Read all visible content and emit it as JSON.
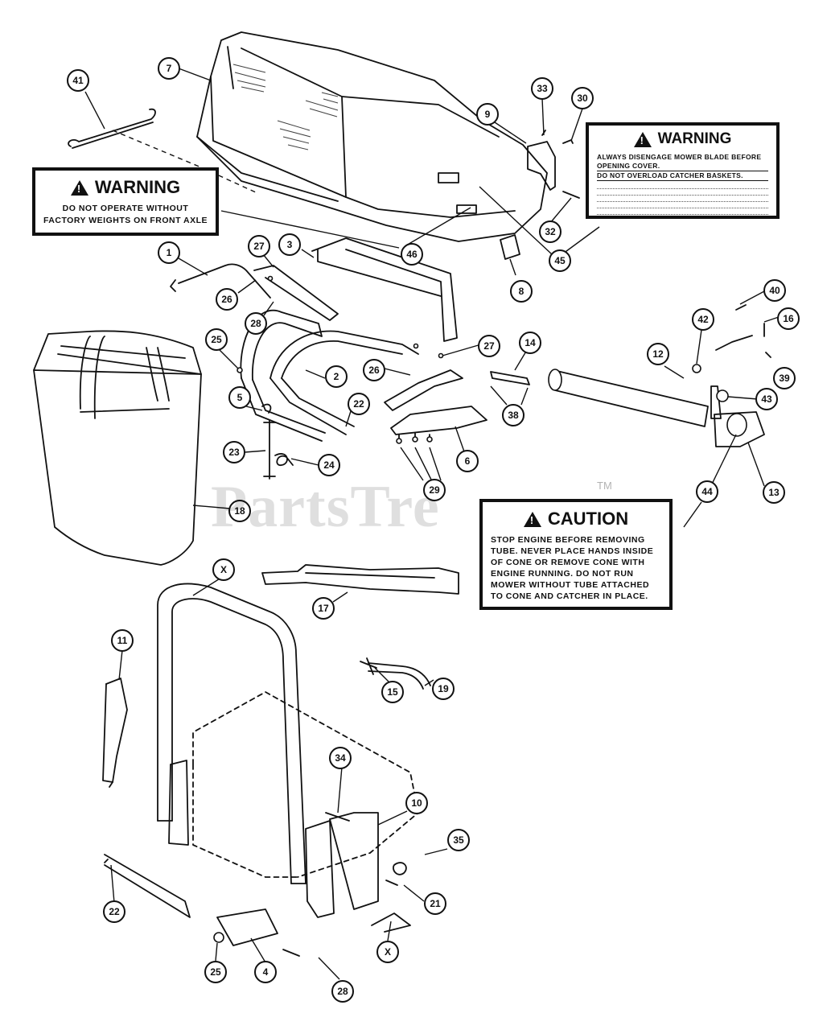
{
  "diagram": {
    "callouts": [
      {
        "id": "7",
        "text": "7"
      },
      {
        "id": "41",
        "text": "41"
      },
      {
        "id": "33",
        "text": "33"
      },
      {
        "id": "30",
        "text": "30"
      },
      {
        "id": "9",
        "text": "9"
      },
      {
        "id": "32",
        "text": "32"
      },
      {
        "id": "45",
        "text": "45"
      },
      {
        "id": "46",
        "text": "46"
      },
      {
        "id": "8",
        "text": "8"
      },
      {
        "id": "1",
        "text": "1"
      },
      {
        "id": "27a",
        "text": "27"
      },
      {
        "id": "3",
        "text": "3"
      },
      {
        "id": "26a",
        "text": "26"
      },
      {
        "id": "28a",
        "text": "28"
      },
      {
        "id": "25a",
        "text": "25"
      },
      {
        "id": "2",
        "text": "2"
      },
      {
        "id": "27b",
        "text": "27"
      },
      {
        "id": "26b",
        "text": "26"
      },
      {
        "id": "14",
        "text": "14"
      },
      {
        "id": "5",
        "text": "5"
      },
      {
        "id": "22a",
        "text": "22"
      },
      {
        "id": "38",
        "text": "38"
      },
      {
        "id": "6",
        "text": "6"
      },
      {
        "id": "23",
        "text": "23"
      },
      {
        "id": "24",
        "text": "24"
      },
      {
        "id": "29",
        "text": "29"
      },
      {
        "id": "18",
        "text": "18"
      },
      {
        "id": "12",
        "text": "12"
      },
      {
        "id": "42",
        "text": "42"
      },
      {
        "id": "40",
        "text": "40"
      },
      {
        "id": "16",
        "text": "16"
      },
      {
        "id": "39",
        "text": "39"
      },
      {
        "id": "43",
        "text": "43"
      },
      {
        "id": "13",
        "text": "13"
      },
      {
        "id": "44",
        "text": "44"
      },
      {
        "id": "X1",
        "text": "X"
      },
      {
        "id": "17",
        "text": "17"
      },
      {
        "id": "11",
        "text": "11"
      },
      {
        "id": "15",
        "text": "15"
      },
      {
        "id": "19",
        "text": "19"
      },
      {
        "id": "34",
        "text": "34"
      },
      {
        "id": "10",
        "text": "10"
      },
      {
        "id": "35",
        "text": "35"
      },
      {
        "id": "21",
        "text": "21"
      },
      {
        "id": "22b",
        "text": "22"
      },
      {
        "id": "X2",
        "text": "X"
      },
      {
        "id": "25b",
        "text": "25"
      },
      {
        "id": "4",
        "text": "4"
      },
      {
        "id": "28b",
        "text": "28"
      }
    ],
    "labels": {
      "warning_front": {
        "heading": "WARNING",
        "lines": [
          "DO NOT OPERATE WITHOUT",
          "FACTORY WEIGHTS ON FRONT AXLE"
        ]
      },
      "warning_cover": {
        "heading": "WARNING",
        "lines": [
          "ALWAYS DISENGAGE MOWER BLADE BEFORE",
          "OPENING COVER.",
          "DO NOT OVERLOAD CATCHER BASKETS."
        ]
      },
      "caution_tube": {
        "heading": "CAUTION",
        "lines": [
          "STOP ENGINE BEFORE REMOVING",
          "TUBE. NEVER PLACE HANDS INSIDE",
          "OF CONE OR REMOVE CONE WITH",
          "ENGINE RUNNING. DO NOT RUN",
          "MOWER WITHOUT TUBE ATTACHED",
          "TO CONE AND CATCHER IN PLACE."
        ]
      }
    },
    "watermark": "PartsTre",
    "watermark_tm": "TM"
  }
}
